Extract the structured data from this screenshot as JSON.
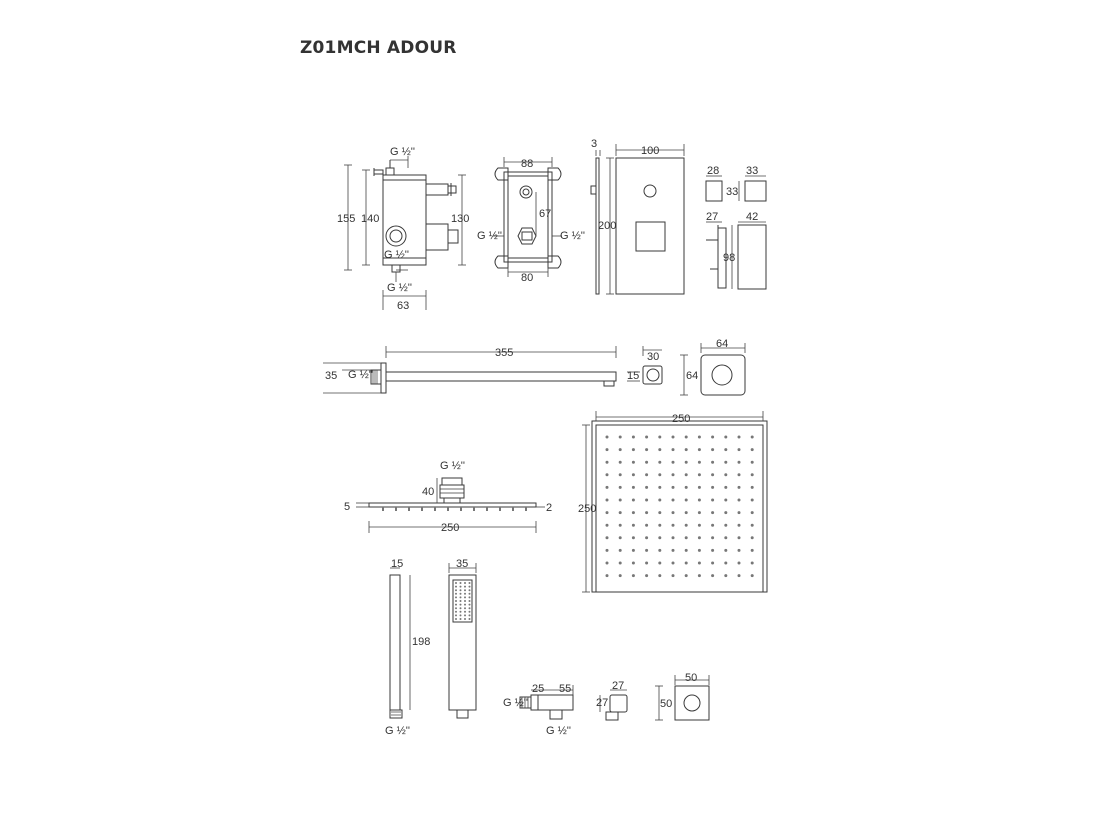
{
  "title": "Z01MCH ADOUR",
  "valve": {
    "dims": [
      "155",
      "140",
      "130",
      "63"
    ],
    "threads": [
      "G ½''",
      "G ½''",
      "G ½''"
    ]
  },
  "plate_front": {
    "dims": [
      "88",
      "67",
      "80"
    ],
    "threads": [
      "G ½''",
      "G ½''"
    ]
  },
  "trim_plate": {
    "dims": [
      "3",
      "100",
      "200"
    ]
  },
  "button_handle": {
    "dims": [
      "28",
      "33",
      "33",
      "27",
      "42",
      "98"
    ]
  },
  "shower_arm": {
    "dims": [
      "355",
      "35",
      "15",
      "30"
    ],
    "thread": "G ½''"
  },
  "arm_flange": {
    "dims": [
      "64",
      "64"
    ]
  },
  "shower_head_side": {
    "dims": [
      "40",
      "5",
      "250",
      "2"
    ],
    "thread": "G ½''"
  },
  "shower_head_top": {
    "dims": [
      "250",
      "250"
    ]
  },
  "hand_shower": {
    "dims": [
      "15",
      "198",
      "35"
    ],
    "thread": "G ½''"
  },
  "wall_outlet": {
    "dims": [
      "25",
      "55",
      "27",
      "27"
    ],
    "threads": [
      "G ½''",
      "G ½''"
    ]
  },
  "outlet_plate": {
    "dims": [
      "50",
      "50"
    ]
  }
}
